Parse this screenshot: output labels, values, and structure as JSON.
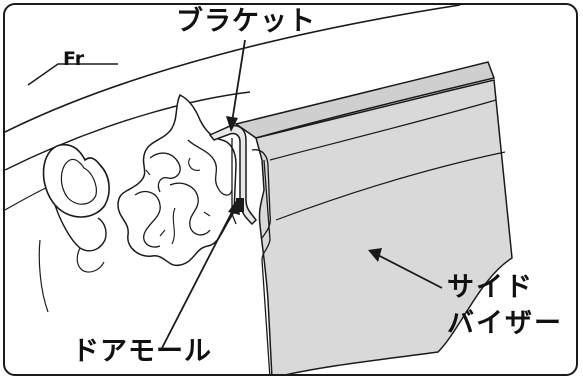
{
  "labels": {
    "bracket": "ブラケット",
    "door_molding": "ドアモール",
    "side_visor_line1": "サイド",
    "side_visor_line2": "バイザー",
    "front_indicator": "Fr"
  },
  "colors": {
    "line": "#1a1a1a",
    "visor_fill": "#d9d9d9",
    "visor_edge": "#bdbdbd",
    "background": "#ffffff"
  }
}
